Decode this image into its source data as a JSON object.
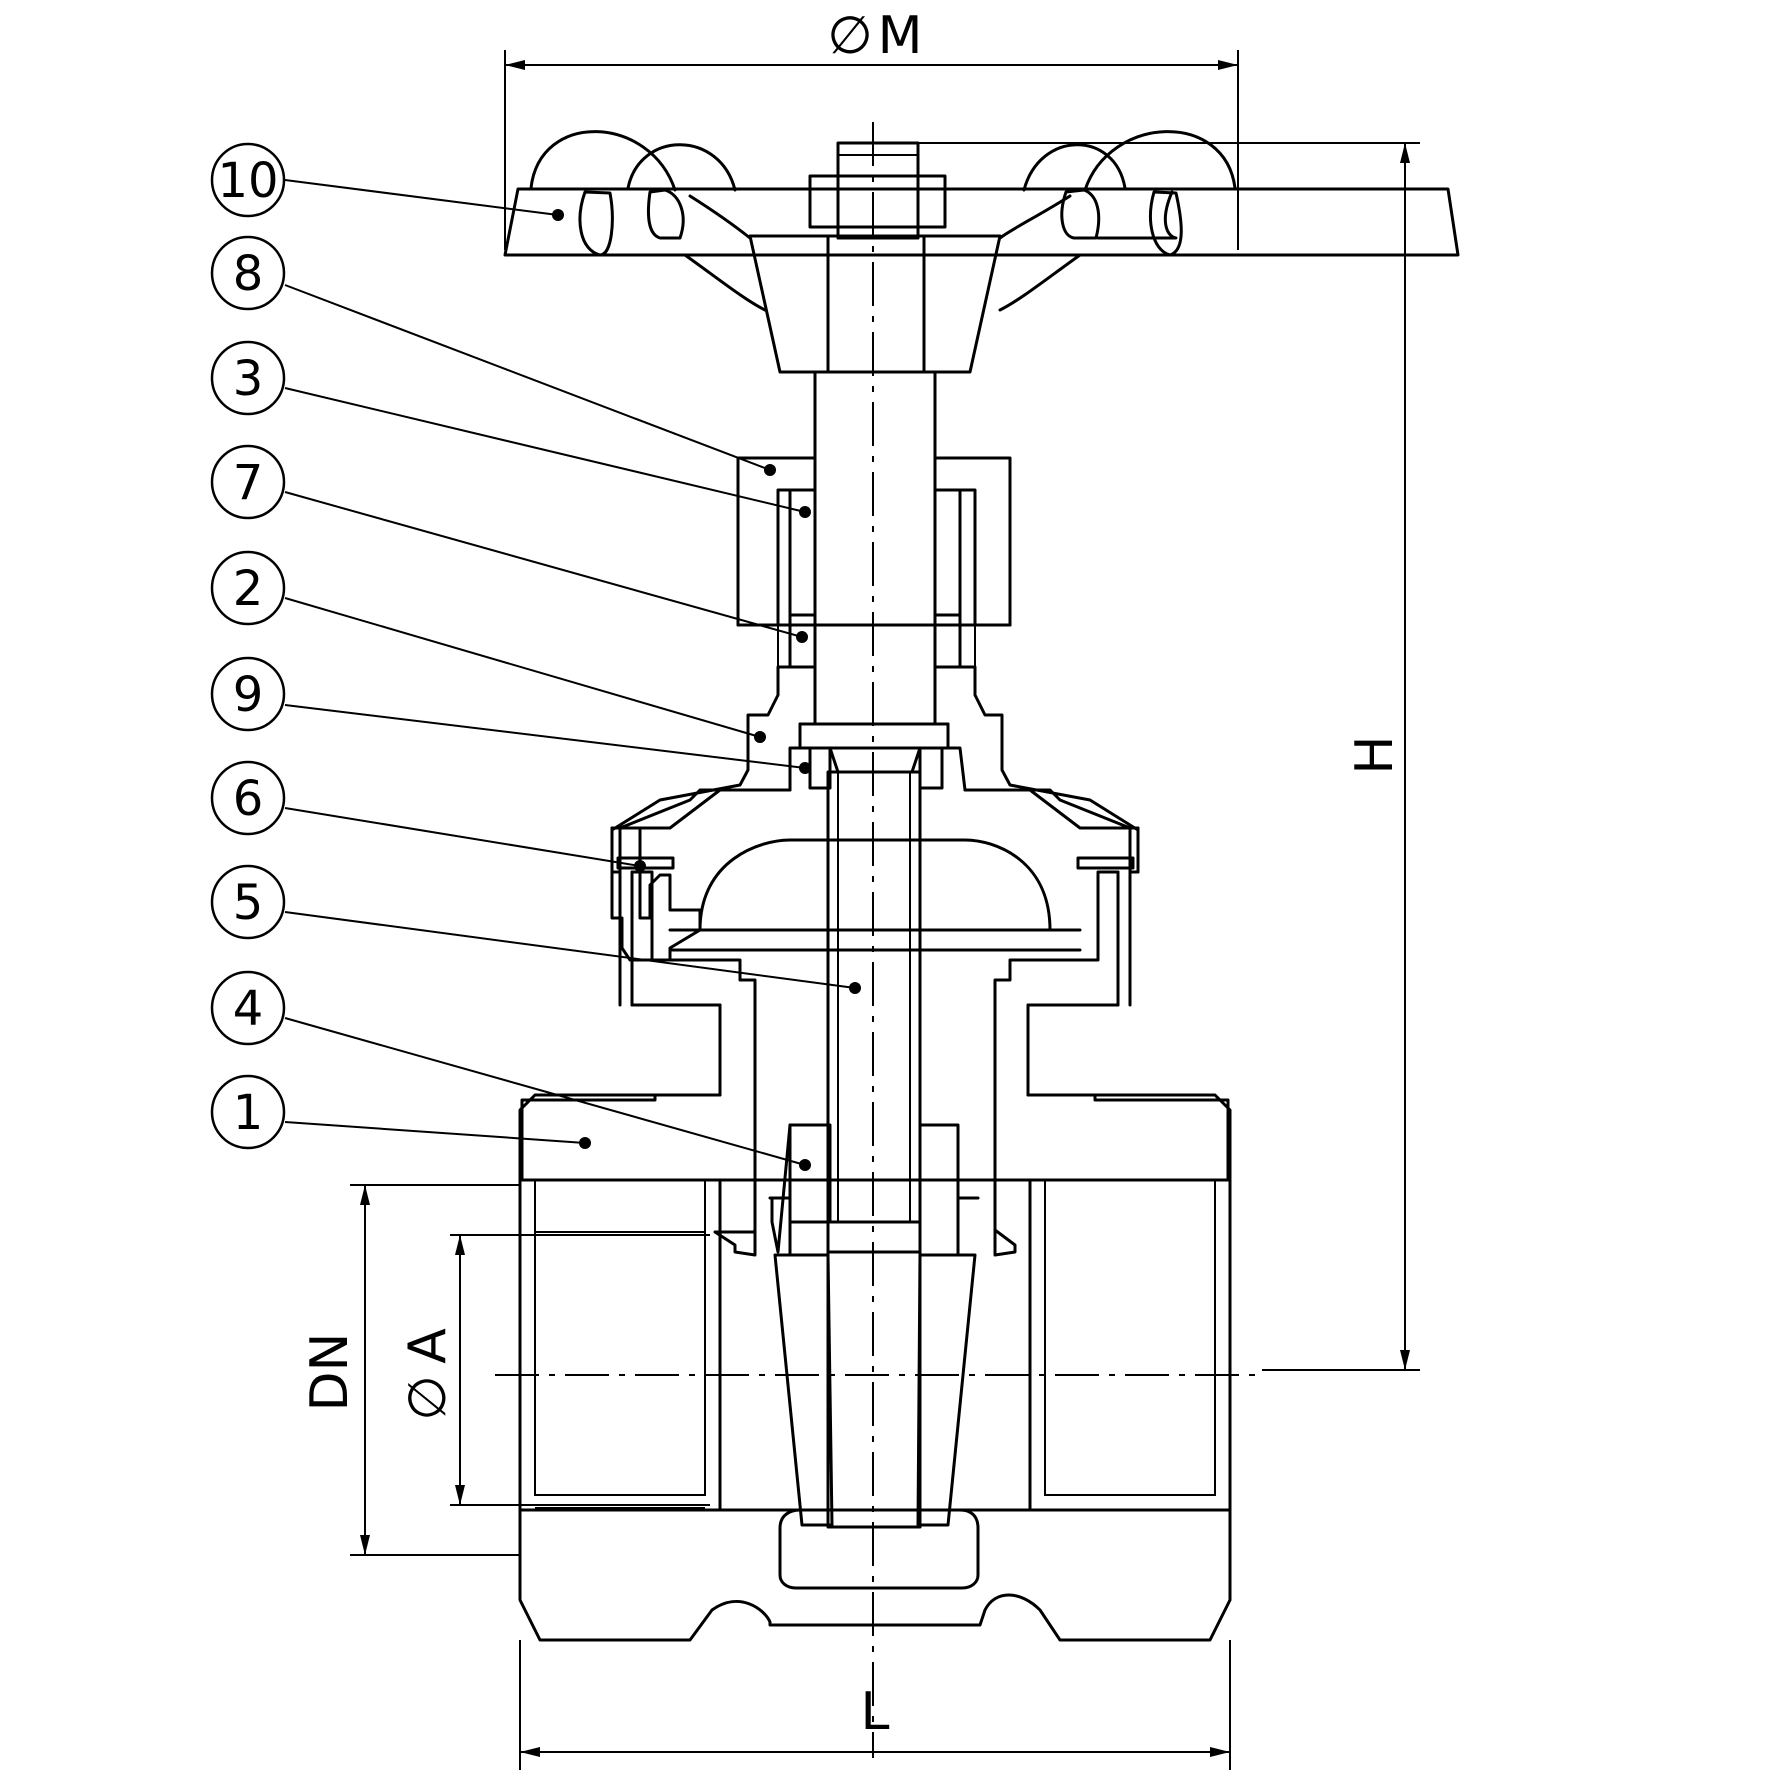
{
  "balloons": [
    {
      "label": "10"
    },
    {
      "label": "8"
    },
    {
      "label": "3"
    },
    {
      "label": "7"
    },
    {
      "label": "2"
    },
    {
      "label": "9"
    },
    {
      "label": "6"
    },
    {
      "label": "5"
    },
    {
      "label": "4"
    },
    {
      "label": "1"
    }
  ],
  "dimensions": {
    "handwheel_diameter": "M",
    "height": "H",
    "nominal_diameter": "DN",
    "bore_diameter": "A",
    "length": "L",
    "diameter_symbol": "∅"
  }
}
